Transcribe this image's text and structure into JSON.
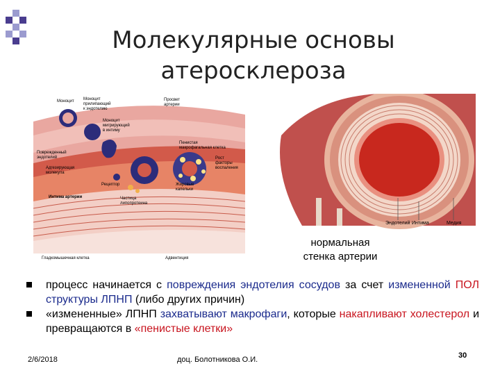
{
  "slide": {
    "title_line1": "Молекулярные основы",
    "title_line2": "атеросклероза"
  },
  "figure_left": {
    "labels": {
      "monocyte": "Моноцит",
      "monocyte_adhering_1": "Моноцит",
      "monocyte_adhering_2": "прилипающий",
      "monocyte_adhering_3": "к эндотелию",
      "lumen_1": "Просвет",
      "lumen_2": "артерии",
      "migrating_1": "Моноцит",
      "migrating_2": "мигрирующий",
      "migrating_3": "в интиму",
      "damaged_1": "Поврежденный",
      "damaged_2": "эндотелий",
      "foam_1": "Пенистая",
      "foam_2": "макрофагальная клетка",
      "adhesive_1": "Адгезирующая",
      "adhesive_2": "молекула",
      "growth_1": "Рост",
      "growth_2": "факторы",
      "growth_3": "воспаления",
      "receptor": "Рецептор",
      "fat_1": "Жировые",
      "fat_2": "капельки",
      "intima": "Интима артерии",
      "particle_1": "Частица",
      "particle_2": "липопротеина",
      "smooth_muscle": "Гладкомышечная клетка",
      "adventitia": "Адвентиция"
    }
  },
  "figure_right": {
    "labels": {
      "endothelium": "Эндотелий",
      "intima": "Интима",
      "media": "Медия"
    },
    "colors": {
      "outer": "#c0504d",
      "media": "#e9a08f",
      "intima": "#d44a3a",
      "lumen": "#b01818"
    }
  },
  "caption": {
    "line1": "нормальная",
    "line2": "стенка артерии"
  },
  "bullets": [
    {
      "parts": [
        {
          "text": "процесс начинается с ",
          "style": "plain"
        },
        {
          "text": "повреждения эндотелия сосудов",
          "style": "blue"
        },
        {
          "text": " за счет ",
          "style": "plain"
        },
        {
          "text": "измененной ",
          "style": "blue"
        },
        {
          "text": "ПОЛ",
          "style": "red"
        },
        {
          "text": " структуры ЛПНП",
          "style": "blue"
        },
        {
          "text": " (либо других причин)",
          "style": "plain"
        }
      ]
    },
    {
      "parts": [
        {
          "text": "«измененные» ЛПНП ",
          "style": "plain"
        },
        {
          "text": "захватывают макрофаги",
          "style": "blue"
        },
        {
          "text": ", которые ",
          "style": "plain"
        },
        {
          "text": "накапливают холестерол",
          "style": "red"
        },
        {
          "text": " и превращаются в ",
          "style": "plain"
        },
        {
          "text": "«пенистые клетки»",
          "style": "red"
        }
      ]
    }
  ],
  "footer": {
    "date": "2/6/2018",
    "author": "доц. Болотникова О.И.",
    "page": "30"
  }
}
